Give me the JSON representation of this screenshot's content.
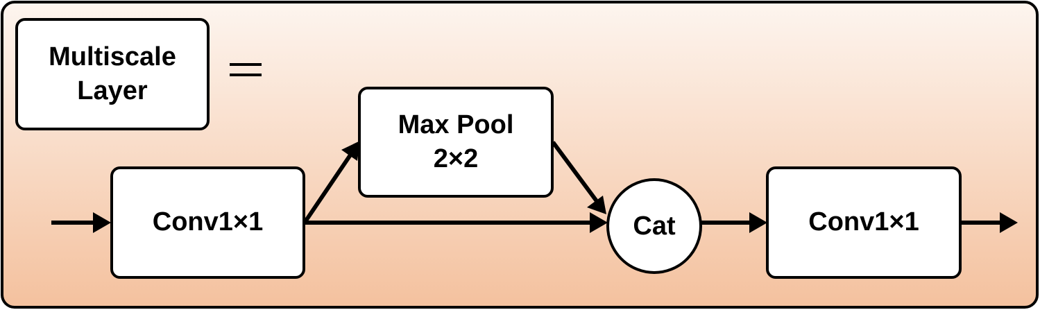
{
  "colors": {
    "panel_top": "#fdf5ef",
    "panel_bottom": "#f4c19e",
    "stroke": "#000000",
    "node_fill": "#ffffff"
  },
  "legend": {
    "line1": "Multiscale",
    "line2": "Layer",
    "equals": "="
  },
  "nodes": {
    "conv_in": "Conv1×1",
    "maxpool_line1": "Max Pool",
    "maxpool_line2": "2×2",
    "cat": "Cat",
    "conv_out": "Conv1×1"
  }
}
